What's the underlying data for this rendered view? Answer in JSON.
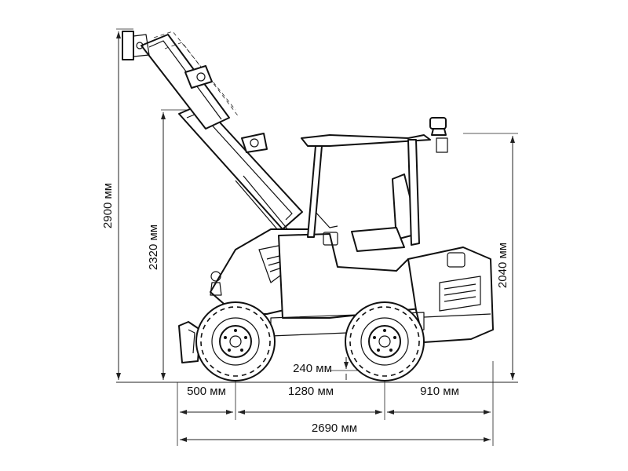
{
  "dimensions": {
    "total_height": "2900 мм",
    "height_boom": "2320 мм",
    "cab_height": "2040 мм",
    "ground_clearance": "240 мм",
    "front_overhang": "500 мм",
    "wheelbase": "1280 мм",
    "rear_overhang": "910 мм",
    "total_length": "2690 мм"
  }
}
